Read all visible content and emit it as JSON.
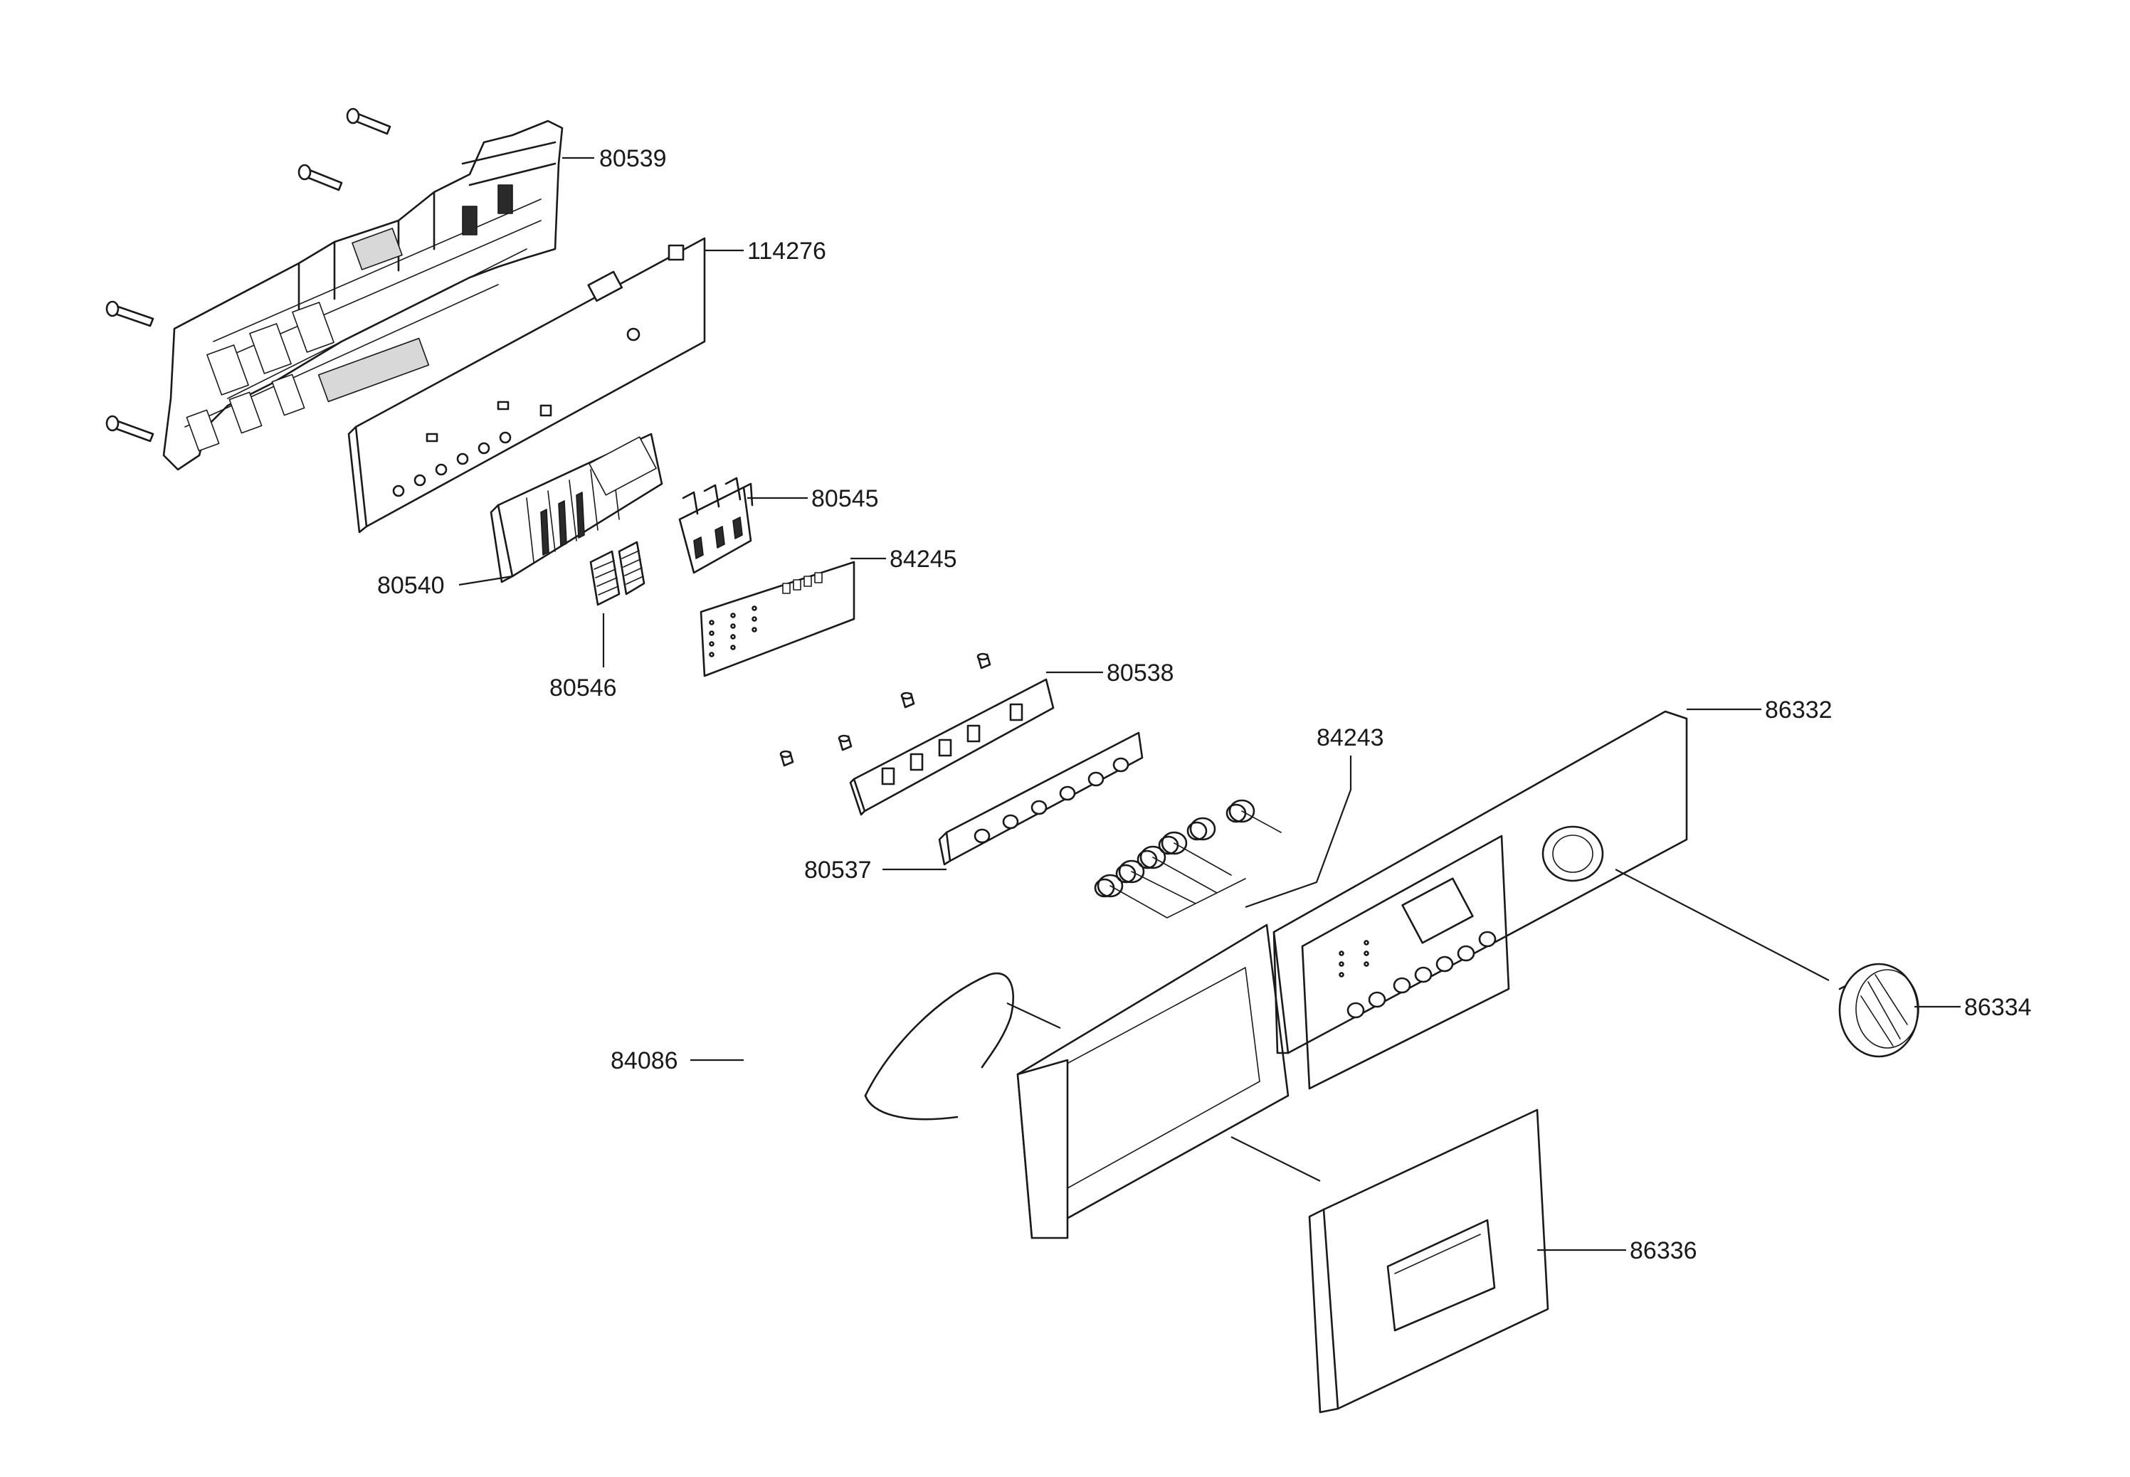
{
  "diagram": {
    "callouts": [
      {
        "id": "80539",
        "label": "80539"
      },
      {
        "id": "114276",
        "label": "114276"
      },
      {
        "id": "80545",
        "label": "80545"
      },
      {
        "id": "84245",
        "label": "84245"
      },
      {
        "id": "80540",
        "label": "80540"
      },
      {
        "id": "80546",
        "label": "80546"
      },
      {
        "id": "80538",
        "label": "80538"
      },
      {
        "id": "86332",
        "label": "86332"
      },
      {
        "id": "84243",
        "label": "84243"
      },
      {
        "id": "80537",
        "label": "80537"
      },
      {
        "id": "86334",
        "label": "86334"
      },
      {
        "id": "84086",
        "label": "84086"
      },
      {
        "id": "86336",
        "label": "86336"
      }
    ]
  }
}
